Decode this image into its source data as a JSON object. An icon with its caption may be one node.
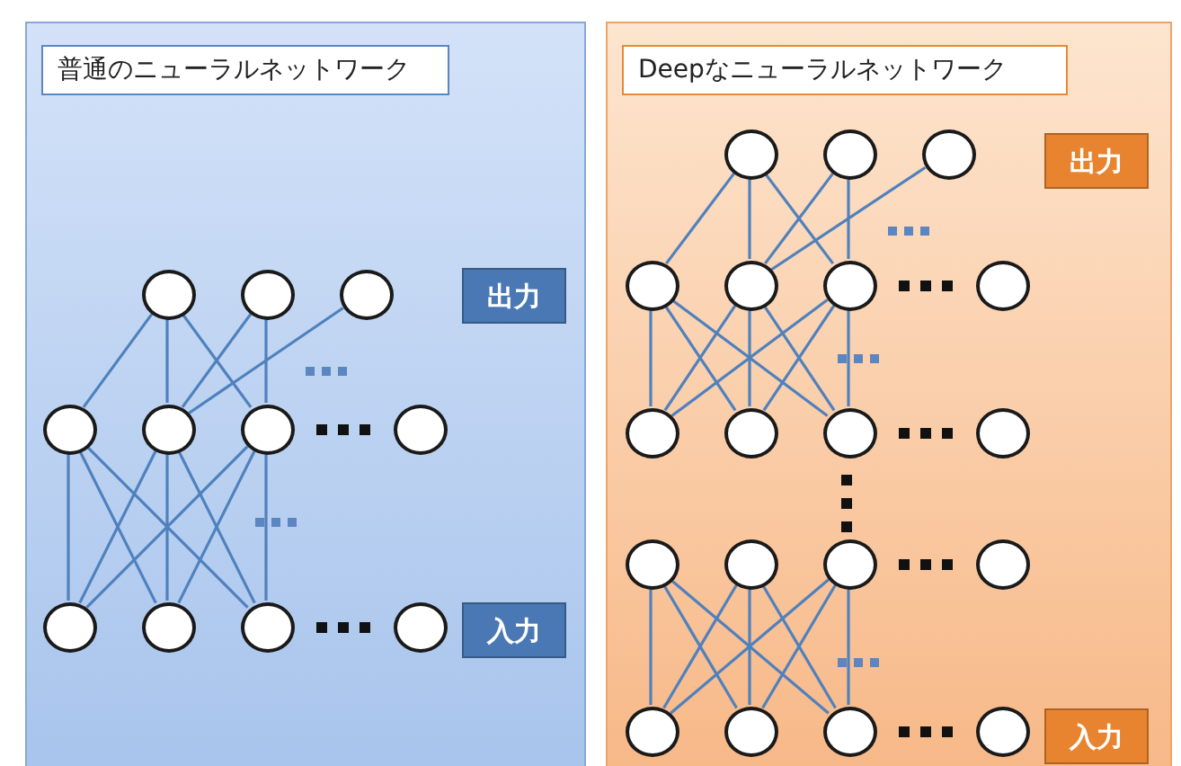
{
  "diagram": {
    "nodes": [
      {
        "text": [
          "普通のニューラルネットワーク"
        ]
      },
      {
        "text": [],
        "shape": "circle",
        "in": 0
      },
      {
        "text": [],
        "shape": "circle",
        "in": 0
      },
      {
        "text": [],
        "shape": "circle",
        "in": 0
      },
      {
        "text": [
          "出力"
        ],
        "in": 0
      },
      {
        "text": [],
        "shape": "circle",
        "in": 0
      },
      {
        "text": [],
        "shape": "circle",
        "in": 0
      },
      {
        "text": [],
        "shape": "circle",
        "in": 0
      },
      {
        "text": [],
        "shape": "circle",
        "in": 0
      },
      {
        "text": [],
        "shape": "circle",
        "in": 0
      },
      {
        "text": [],
        "shape": "circle",
        "in": 0
      },
      {
        "text": [],
        "shape": "circle",
        "in": 0
      },
      {
        "text": [],
        "shape": "circle",
        "in": 0
      },
      {
        "text": [
          "入力"
        ],
        "in": 0
      },
      {
        "text": [
          "Deepなニューラルネットワーク"
        ]
      },
      {
        "text": [],
        "shape": "circle",
        "in": 14
      },
      {
        "text": [],
        "shape": "circle",
        "in": 14
      },
      {
        "text": [],
        "shape": "circle",
        "in": 14
      },
      {
        "text": [
          "出力"
        ],
        "in": 14
      },
      {
        "text": [],
        "shape": "circle",
        "in": 14
      },
      {
        "text": [],
        "shape": "circle",
        "in": 14
      },
      {
        "text": [],
        "shape": "circle",
        "in": 14
      },
      {
        "text": [],
        "shape": "circle",
        "in": 14
      },
      {
        "text": [],
        "shape": "circle",
        "in": 14
      },
      {
        "text": [],
        "shape": "circle",
        "in": 14
      },
      {
        "text": [],
        "shape": "circle",
        "in": 14
      },
      {
        "text": [],
        "shape": "circle",
        "in": 14
      },
      {
        "text": [],
        "shape": "circle",
        "in": 14
      },
      {
        "text": [],
        "shape": "circle",
        "in": 14
      },
      {
        "text": [],
        "shape": "circle",
        "in": 14
      },
      {
        "text": [],
        "shape": "circle",
        "in": 14
      },
      {
        "text": [],
        "shape": "circle",
        "in": 14
      },
      {
        "text": [],
        "shape": "circle",
        "in": 14
      },
      {
        "text": [],
        "shape": "circle",
        "in": 14
      },
      {
        "text": [],
        "shape": "circle",
        "in": 14
      },
      {
        "text": [
          "入力"
        ],
        "in": 14
      }
    ],
    "edges": [
      {
        "from": 1,
        "to": 5,
        "arrow": "none"
      },
      {
        "from": 1,
        "to": 6,
        "arrow": "none"
      },
      {
        "from": 1,
        "to": 7,
        "arrow": "none"
      },
      {
        "from": 2,
        "to": 6,
        "arrow": "none"
      },
      {
        "from": 2,
        "to": 7,
        "arrow": "none"
      },
      {
        "from": 3,
        "to": 6,
        "arrow": "none"
      },
      {
        "from": 5,
        "to": 9,
        "arrow": "none"
      },
      {
        "from": 5,
        "to": 10,
        "arrow": "none"
      },
      {
        "from": 5,
        "to": 11,
        "arrow": "none"
      },
      {
        "from": 6,
        "to": 9,
        "arrow": "none"
      },
      {
        "from": 6,
        "to": 10,
        "arrow": "none"
      },
      {
        "from": 6,
        "to": 11,
        "arrow": "none"
      },
      {
        "from": 7,
        "to": 9,
        "arrow": "none"
      },
      {
        "from": 7,
        "to": 10,
        "arrow": "none"
      },
      {
        "from": 7,
        "to": 11,
        "arrow": "none"
      },
      {
        "from": 15,
        "to": 19,
        "arrow": "none"
      },
      {
        "from": 15,
        "to": 20,
        "arrow": "none"
      },
      {
        "from": 15,
        "to": 21,
        "arrow": "none"
      },
      {
        "from": 16,
        "to": 20,
        "arrow": "none"
      },
      {
        "from": 16,
        "to": 21,
        "arrow": "none"
      },
      {
        "from": 17,
        "to": 20,
        "arrow": "none"
      },
      {
        "from": 19,
        "to": 23,
        "arrow": "none"
      },
      {
        "from": 19,
        "to": 24,
        "arrow": "none"
      },
      {
        "from": 19,
        "to": 25,
        "arrow": "none"
      },
      {
        "from": 20,
        "to": 23,
        "arrow": "none"
      },
      {
        "from": 20,
        "to": 24,
        "arrow": "none"
      },
      {
        "from": 20,
        "to": 25,
        "arrow": "none"
      },
      {
        "from": 21,
        "to": 23,
        "arrow": "none"
      },
      {
        "from": 21,
        "to": 24,
        "arrow": "none"
      },
      {
        "from": 21,
        "to": 25,
        "arrow": "none"
      },
      {
        "from": 27,
        "to": 31,
        "arrow": "none"
      },
      {
        "from": 27,
        "to": 32,
        "arrow": "none"
      },
      {
        "from": 27,
        "to": 33,
        "arrow": "none"
      },
      {
        "from": 28,
        "to": 31,
        "arrow": "none"
      },
      {
        "from": 28,
        "to": 32,
        "arrow": "none"
      },
      {
        "from": 28,
        "to": 33,
        "arrow": "none"
      },
      {
        "from": 29,
        "to": 31,
        "arrow": "none"
      },
      {
        "from": 29,
        "to": 32,
        "arrow": "none"
      },
      {
        "from": 29,
        "to": 33,
        "arrow": "none"
      }
    ]
  }
}
